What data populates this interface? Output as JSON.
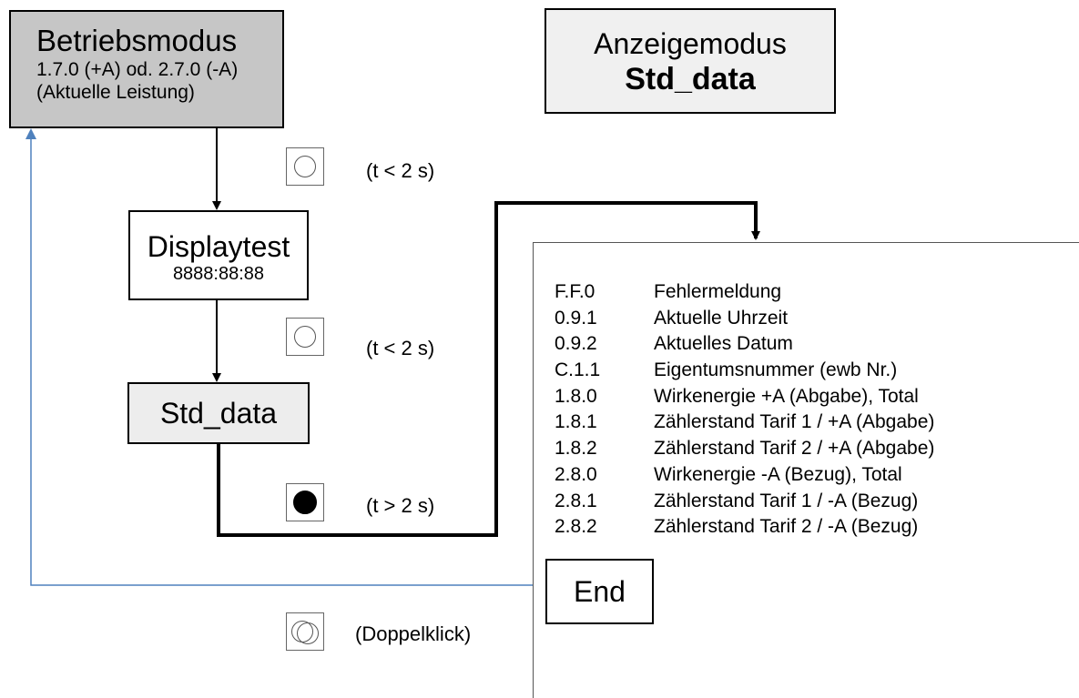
{
  "betriebsmodus": {
    "title": "Betriebsmodus",
    "line1": "1.7.0 (+A) od. 2.7.0 (-A)",
    "line2": "(Aktuelle Leistung)"
  },
  "anzeigemodus": {
    "title": "Anzeigemodus",
    "value": "Std_data"
  },
  "displaytest": {
    "title": "Displaytest",
    "pattern": "8888:88:88"
  },
  "std_data": {
    "label": "Std_data"
  },
  "end": {
    "label": "End"
  },
  "transitions": [
    {
      "label": "(t < 2 s)",
      "button": "circle-open-icon"
    },
    {
      "label": "(t < 2 s)",
      "button": "circle-open-icon"
    },
    {
      "label": "(t > 2 s)",
      "button": "circle-filled-icon"
    },
    {
      "label": "(Doppelklick)",
      "button": "double-circle-icon"
    }
  ],
  "items": [
    {
      "code": "F.F.0",
      "desc": "Fehlermeldung"
    },
    {
      "code": "0.9.1",
      "desc": "Aktuelle Uhrzeit"
    },
    {
      "code": "0.9.2",
      "desc": "Aktuelles Datum"
    },
    {
      "code": "C.1.1",
      "desc": "Eigentumsnummer (ewb Nr.)"
    },
    {
      "code": "1.8.0",
      "desc": "Wirkenergie +A (Abgabe), Total"
    },
    {
      "code": "1.8.1",
      "desc": "Zählerstand Tarif 1 / +A (Abgabe)"
    },
    {
      "code": "1.8.2",
      "desc": "Zählerstand Tarif 2 / +A (Abgabe)"
    },
    {
      "code": "2.8.0",
      "desc": "Wirkenergie -A (Bezug), Total"
    },
    {
      "code": "2.8.1",
      "desc": "Zählerstand Tarif 1 / -A (Bezug)"
    },
    {
      "code": "2.8.2",
      "desc": "Zählerstand Tarif 2 / -A (Bezug)"
    }
  ],
  "colors": {
    "mode_box": "#c6c6c6",
    "anzeige_box": "#f0f0f0",
    "std_box": "#ededed",
    "return_line": "#4f81bd"
  }
}
